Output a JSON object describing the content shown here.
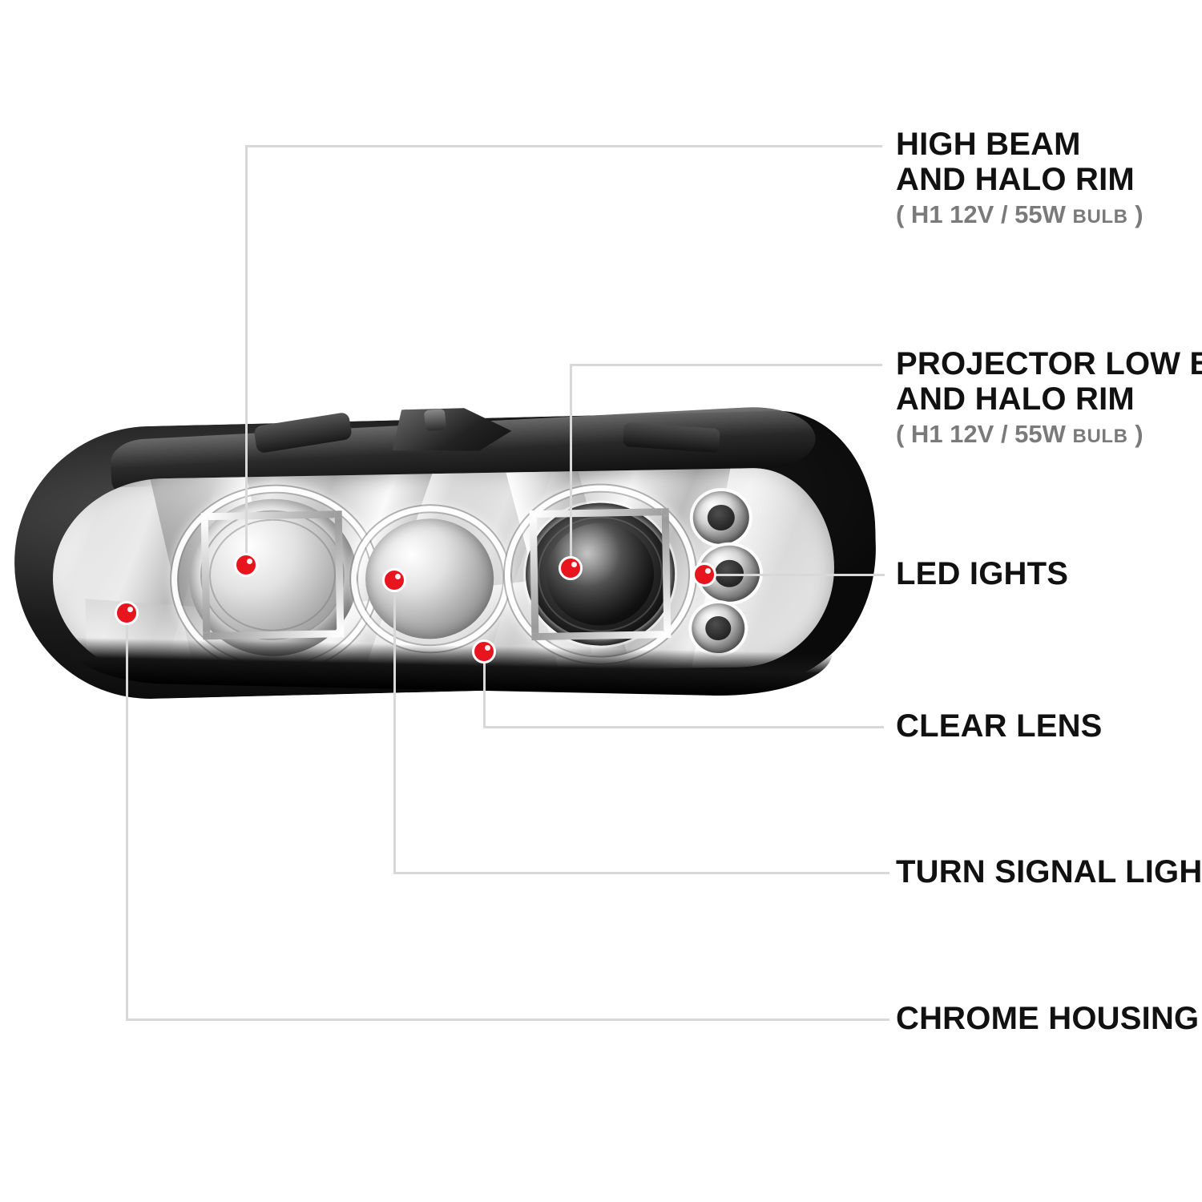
{
  "diagram": {
    "product": "projector halo headlight",
    "callouts": [
      {
        "id": "high-beam",
        "title": "HIGH BEAM",
        "title2": "AND HALO RIM",
        "sub_main": "( H1  12V / 55W",
        "sub_small": "BULB",
        "sub_close": ")"
      },
      {
        "id": "projector-low-beam",
        "title": "PROJECTOR LOW BEAM",
        "title2": "AND HALO RIM",
        "sub_main": "( H1  12V / 55W",
        "sub_small": "BULB",
        "sub_close": ")"
      },
      {
        "id": "led-lights",
        "title": "LED IGHTS"
      },
      {
        "id": "clear-lens",
        "title": "CLEAR LENS"
      },
      {
        "id": "turn-signal-light",
        "title": "TURN SIGNAL LIGHT"
      },
      {
        "id": "chrome-housing",
        "title": "CHROME HOUSING"
      }
    ]
  },
  "colors": {
    "marker": "#E8141E",
    "leader": "#D8D8D8",
    "title_text": "#111111",
    "sub_text": "#7A7A7A",
    "background": "#FFFFFF"
  }
}
